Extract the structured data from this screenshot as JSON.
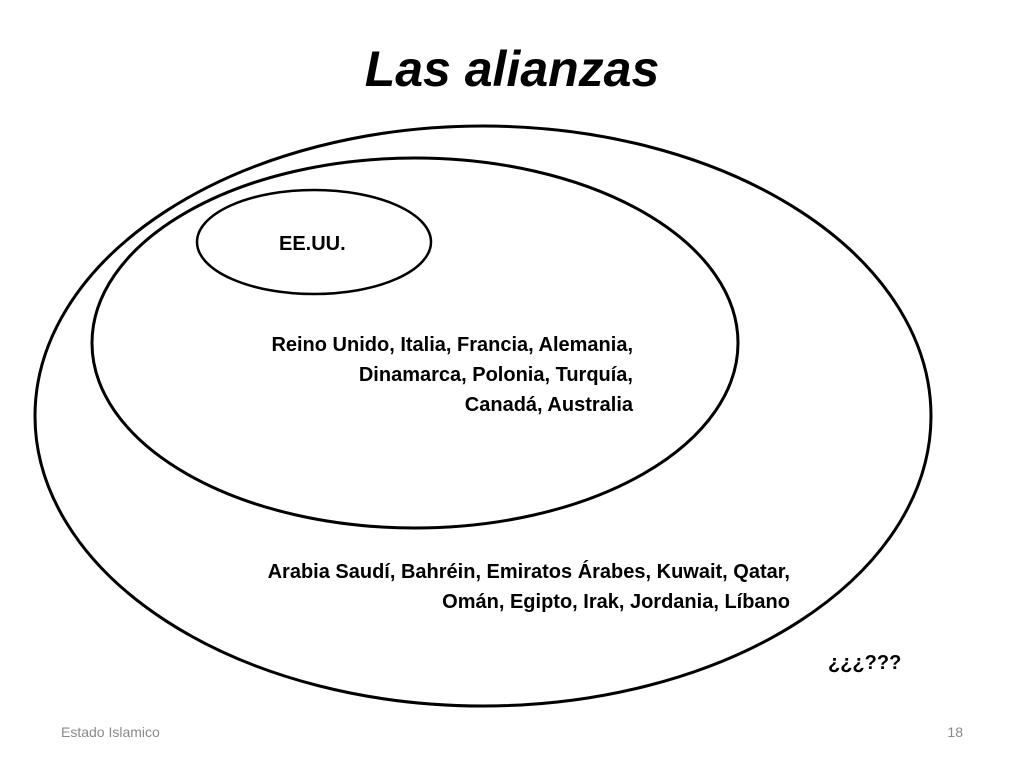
{
  "slide": {
    "title": "Las alianzas",
    "footer": {
      "left": "Estado Islamico",
      "page_number": "18"
    }
  },
  "diagram": {
    "type": "nested-ellipses",
    "stroke_color": "#000000",
    "sets": [
      {
        "id": "inner",
        "label": "EE.UU."
      },
      {
        "id": "middle",
        "lines": [
          "Reino Unido, Italia, Francia, Alemania,",
          "Dinamarca, Polonia, Turquía,",
          "Canadá, Australia"
        ]
      },
      {
        "id": "outer",
        "lines": [
          "Arabia Saudí, Bahréin, Emiratos Árabes, Kuwait, Qatar,",
          "Omán, Egipto, Irak, Jordania, Líbano"
        ]
      },
      {
        "id": "outside",
        "label": "¿¿¿???"
      }
    ]
  }
}
